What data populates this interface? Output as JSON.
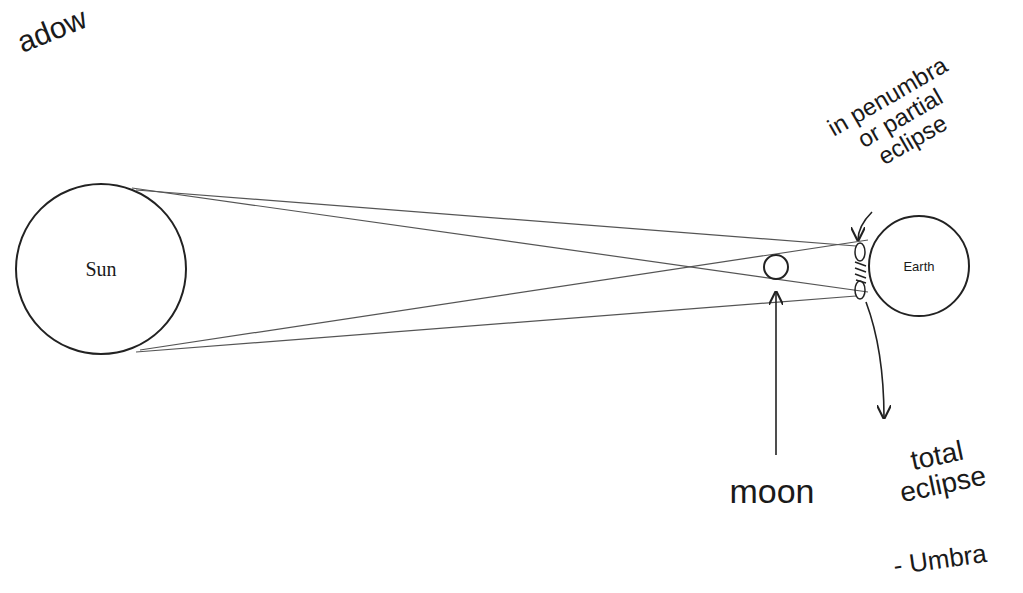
{
  "diagram": {
    "nodes": [
      {
        "text": [
          "Sun"
        ]
      },
      {
        "text": [
          "Earth"
        ]
      }
    ],
    "labels": [
      "adow",
      "in penumbra or partial eclipse",
      "moon",
      "total eclipse",
      "- Umbra"
    ]
  }
}
